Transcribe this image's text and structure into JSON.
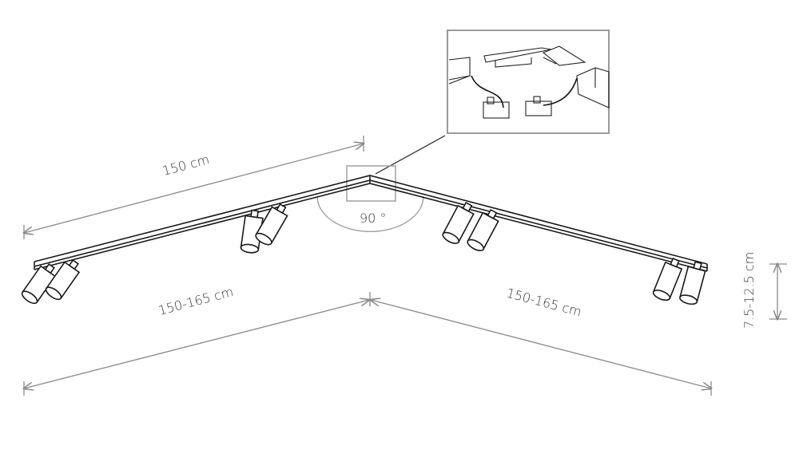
{
  "labels": {
    "top_length": "150 cm",
    "angle": "90 °",
    "left_span": "150-165 cm",
    "right_span": "150-165 cm",
    "height": "7.5-12.5 cm"
  },
  "colors": {
    "line": "#1a1a1a",
    "dimension": "#8a8a8a",
    "inset_border": "#9a9a9a"
  }
}
